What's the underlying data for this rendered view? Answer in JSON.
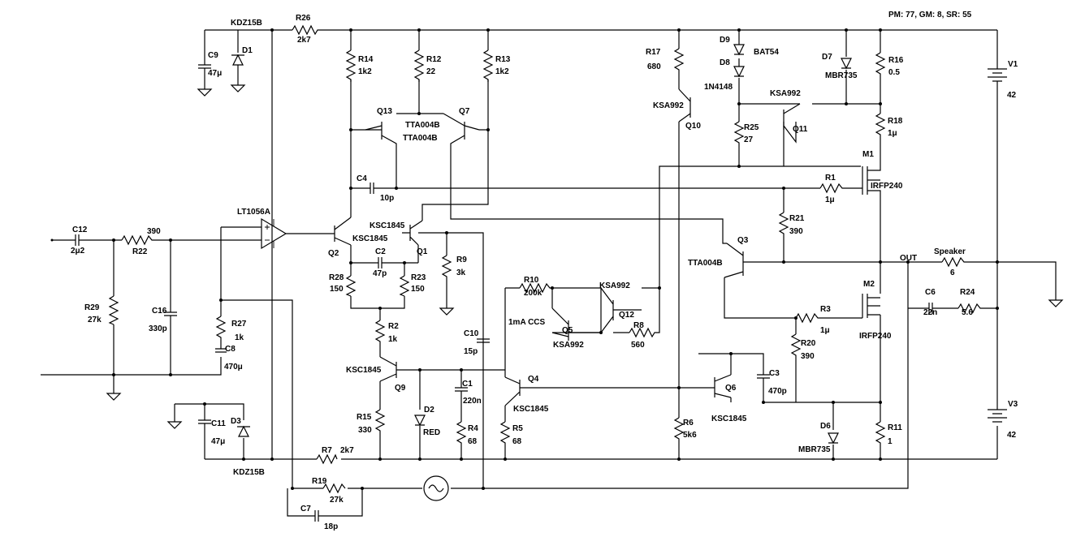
{
  "sim_info": "PM: 77, GM: 8, SR: 55",
  "labels": {
    "op_amp": "LT1056A",
    "mcs": "1mA CCS",
    "out": "OUT",
    "speaker": "Speaker",
    "speaker_val": "6"
  },
  "components": {
    "R26": {
      "ref": "R26",
      "value": "2k7"
    },
    "D_KDZ_top": {
      "value": "KDZ15B"
    },
    "C9": {
      "ref": "C9",
      "value": "47μ"
    },
    "D1": {
      "ref": "D1"
    },
    "R14": {
      "ref": "R14",
      "value": "1k2"
    },
    "R12": {
      "ref": "R12",
      "value": "22"
    },
    "R13": {
      "ref": "R13",
      "value": "1k2"
    },
    "R17": {
      "ref": "R17",
      "value": "680"
    },
    "D9": {
      "ref": "D9",
      "value": "BAT54"
    },
    "D8": {
      "ref": "D8",
      "value": "1N4148"
    },
    "D7": {
      "ref": "D7",
      "value": "MBR735"
    },
    "R16": {
      "ref": "R16",
      "value": "0.5"
    },
    "V1": {
      "ref": "V1",
      "value": "42"
    },
    "Q13": {
      "ref": "Q13",
      "value": "TTA004B"
    },
    "Q7": {
      "ref": "Q7",
      "value": "TTA004B"
    },
    "Q10": {
      "ref": "Q10",
      "value": "KSA992"
    },
    "Q11": {
      "ref": "Q11",
      "value": "KSA992"
    },
    "R25": {
      "ref": "R25",
      "value": "27"
    },
    "R18": {
      "ref": "R18",
      "value": "1μ"
    },
    "M1": {
      "ref": "M1",
      "value": "IRFP240"
    },
    "C4": {
      "ref": "C4",
      "value": "10p"
    },
    "R1": {
      "ref": "R1",
      "value": "1μ"
    },
    "R21": {
      "ref": "R21",
      "value": "390"
    },
    "Q2": {
      "ref": "Q2",
      "value": "KSC1845"
    },
    "Q1": {
      "ref": "Q1",
      "value": "KSC1845"
    },
    "C2": {
      "ref": "C2",
      "value": "47p"
    },
    "R28": {
      "ref": "R28",
      "value": "150"
    },
    "R23": {
      "ref": "R23",
      "value": "150"
    },
    "R9": {
      "ref": "R9",
      "value": "3k"
    },
    "Q3": {
      "ref": "Q3",
      "value": "TTA004B"
    },
    "C12": {
      "ref": "C12",
      "value": "2μ2"
    },
    "R22": {
      "ref": "R22",
      "value": "390"
    },
    "R29": {
      "ref": "R29",
      "value": "27k"
    },
    "C16": {
      "ref": "C16",
      "value": "330p"
    },
    "R27": {
      "ref": "R27",
      "value": "1k"
    },
    "C8": {
      "ref": "C8",
      "value": "470μ"
    },
    "R10": {
      "ref": "R10",
      "value": "200k"
    },
    "Q12": {
      "ref": "Q12",
      "value": "KSA992"
    },
    "Q5": {
      "ref": "Q5",
      "value": "KSA992"
    },
    "R8": {
      "ref": "R8",
      "value": "560"
    },
    "R2": {
      "ref": "R2",
      "value": "1k"
    },
    "C10": {
      "ref": "C10",
      "value": "15p"
    },
    "M2": {
      "ref": "M2",
      "value": "IRFP240"
    },
    "C6": {
      "ref": "C6",
      "value": "22n"
    },
    "R24": {
      "ref": "R24",
      "value": "5.6"
    },
    "R3": {
      "ref": "R3",
      "value": "1μ"
    },
    "R20": {
      "ref": "R20",
      "value": "390"
    },
    "Q9": {
      "ref": "Q9",
      "value": "KSC1845"
    },
    "C1": {
      "ref": "C1",
      "value": "220n"
    },
    "Q4": {
      "ref": "Q4",
      "value": "KSC1845"
    },
    "Q6": {
      "ref": "Q6",
      "value": "KSC1845"
    },
    "C3": {
      "ref": "C3",
      "value": "470p"
    },
    "R15": {
      "ref": "R15",
      "value": "330"
    },
    "D2": {
      "ref": "D2",
      "value": "RED"
    },
    "R4": {
      "ref": "R4",
      "value": "68"
    },
    "R5": {
      "ref": "R5",
      "value": "68"
    },
    "R6": {
      "ref": "R6",
      "value": "5k6"
    },
    "D6": {
      "ref": "D6",
      "value": "MBR735"
    },
    "R11": {
      "ref": "R11",
      "value": "1"
    },
    "V3": {
      "ref": "V3",
      "value": "42"
    },
    "C11": {
      "ref": "C11",
      "value": "47μ"
    },
    "D3": {
      "ref": "D3"
    },
    "D_KDZ_bot": {
      "value": "KDZ15B"
    },
    "R7": {
      "ref": "R7",
      "value": "2k7"
    },
    "R19": {
      "ref": "R19",
      "value": "27k"
    },
    "C7": {
      "ref": "C7",
      "value": "18p"
    }
  }
}
